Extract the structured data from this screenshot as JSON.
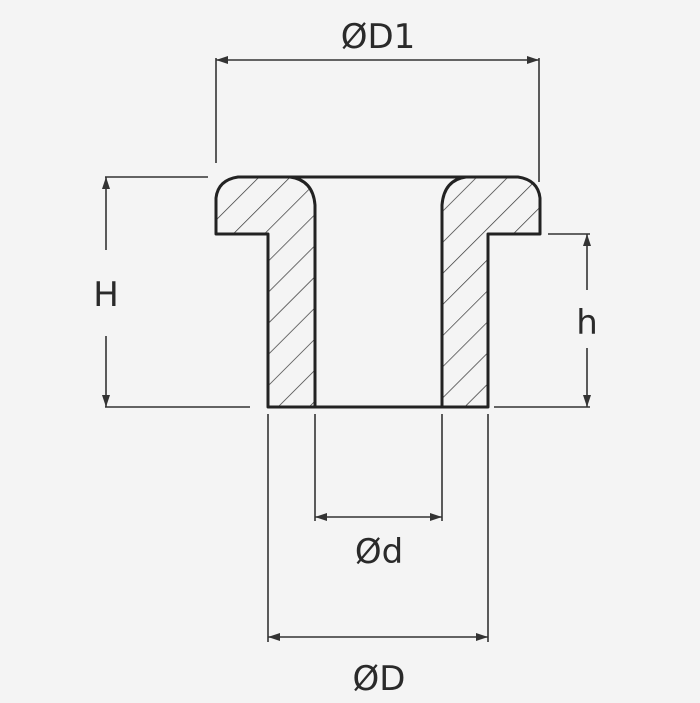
{
  "diagram": {
    "labels": {
      "D1": "ØD1",
      "H": "H",
      "h": "h",
      "d": "Ød",
      "D": "ØD"
    },
    "colors": {
      "background": "#f4f4f4",
      "line": "#222222"
    }
  }
}
